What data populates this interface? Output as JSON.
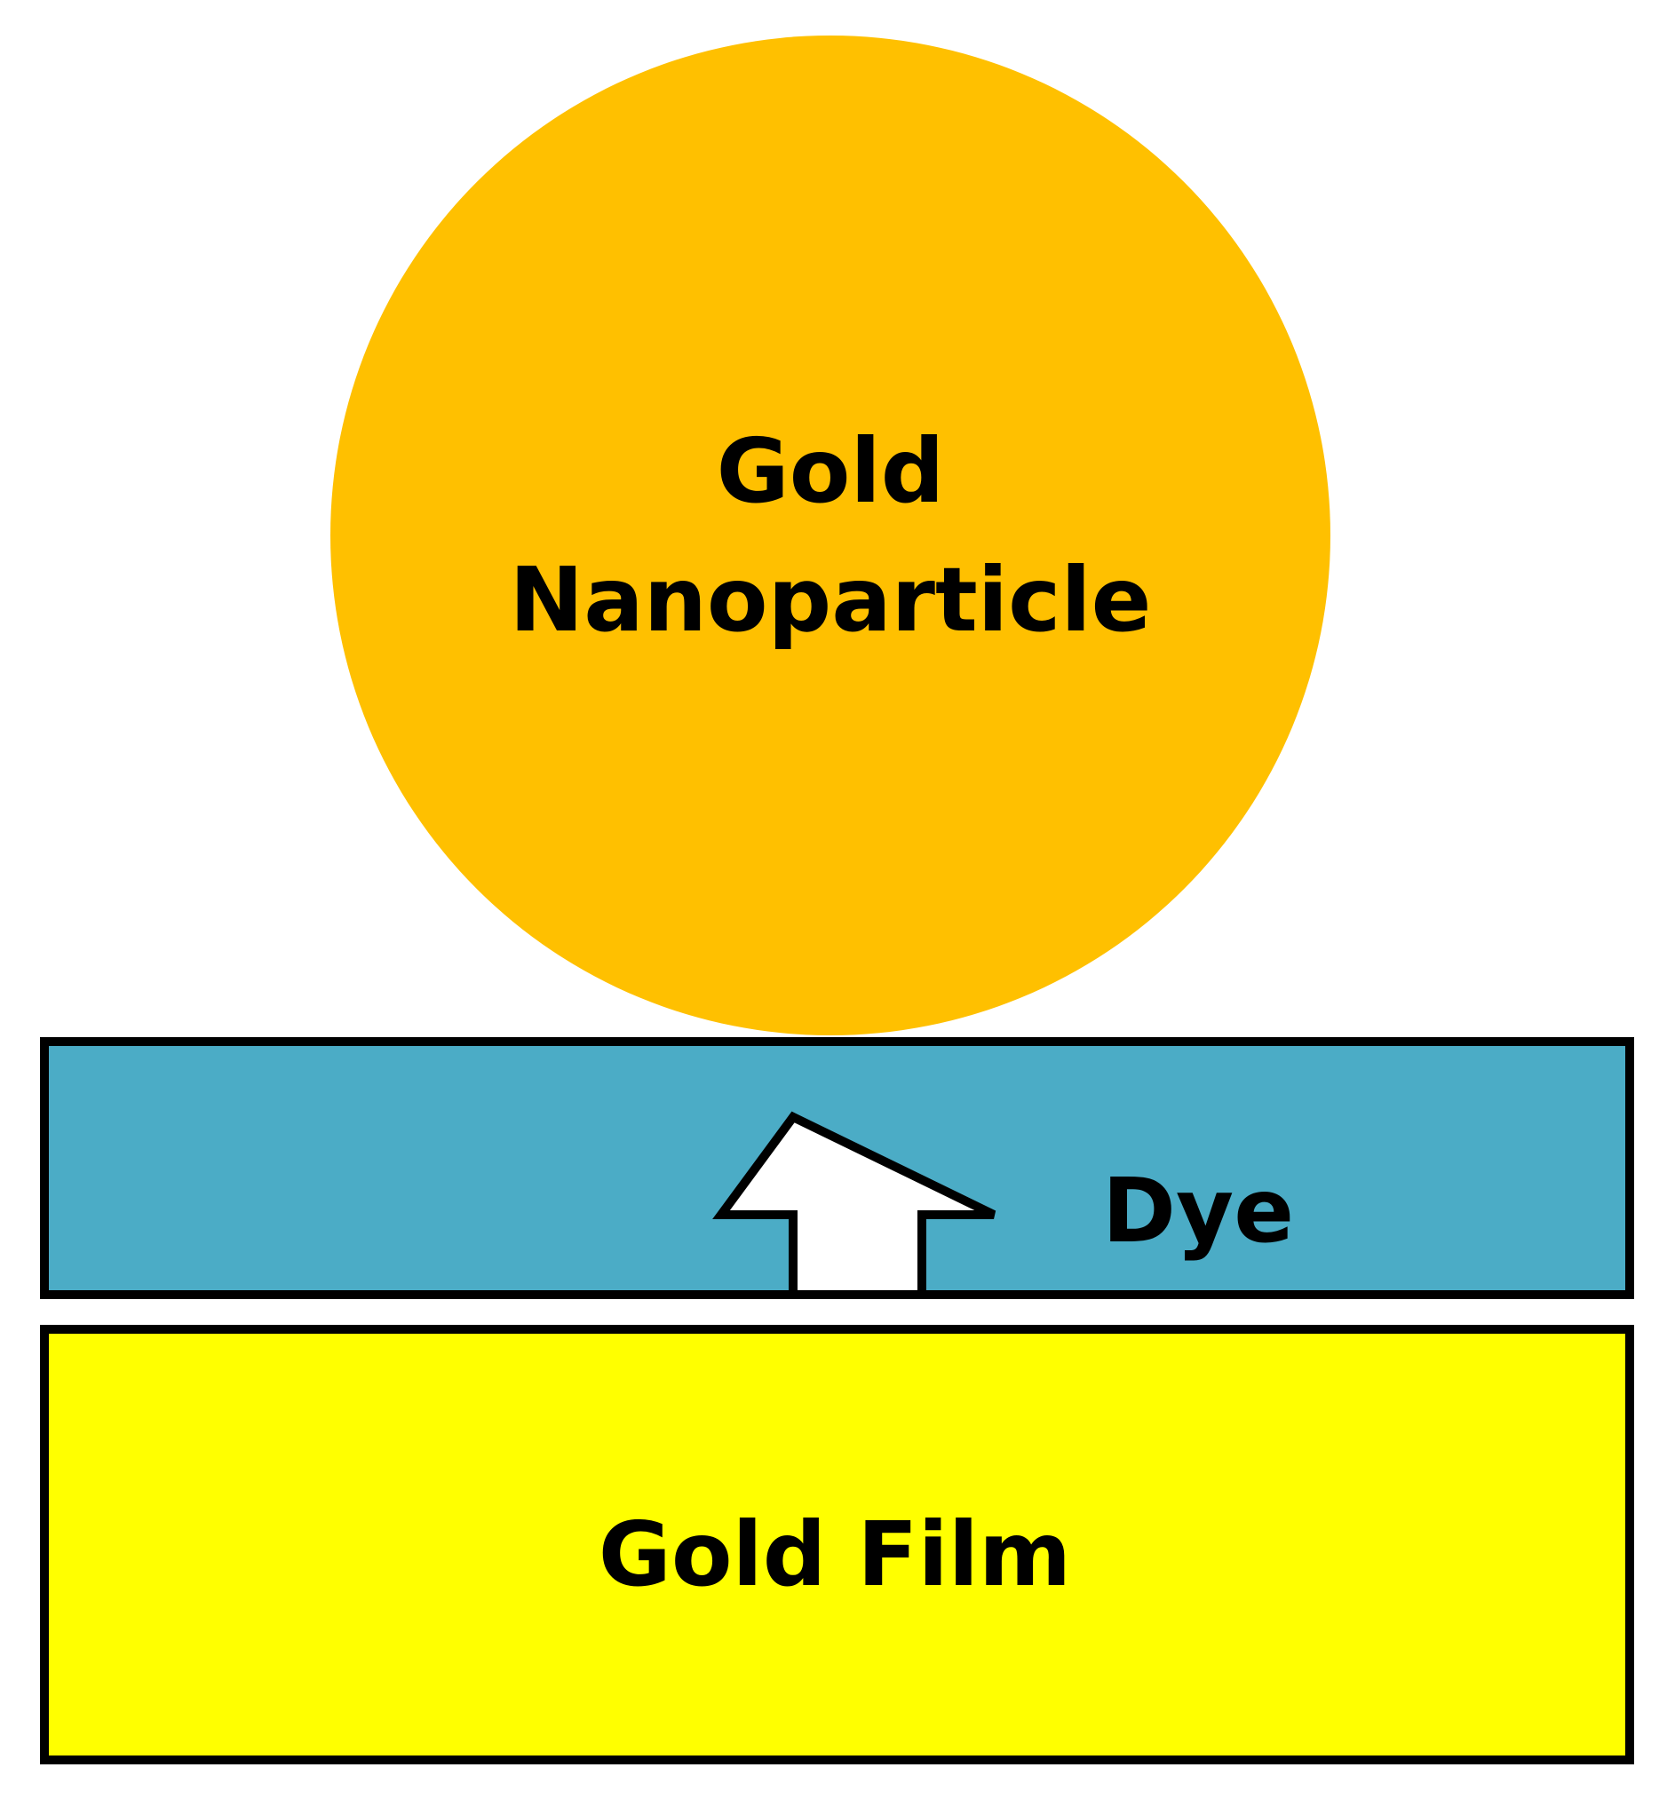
{
  "nanoparticle": {
    "label_line1": "Gold",
    "label_line2": "Nanoparticle",
    "color": "#FFC000"
  },
  "dye_layer": {
    "label": "Dye",
    "color": "#4BACC6"
  },
  "gold_film": {
    "label": "Gold Film",
    "color": "#FFFF00"
  },
  "arrow": {
    "direction": "up",
    "fill": "#FFFFFF",
    "stroke": "#000000"
  }
}
